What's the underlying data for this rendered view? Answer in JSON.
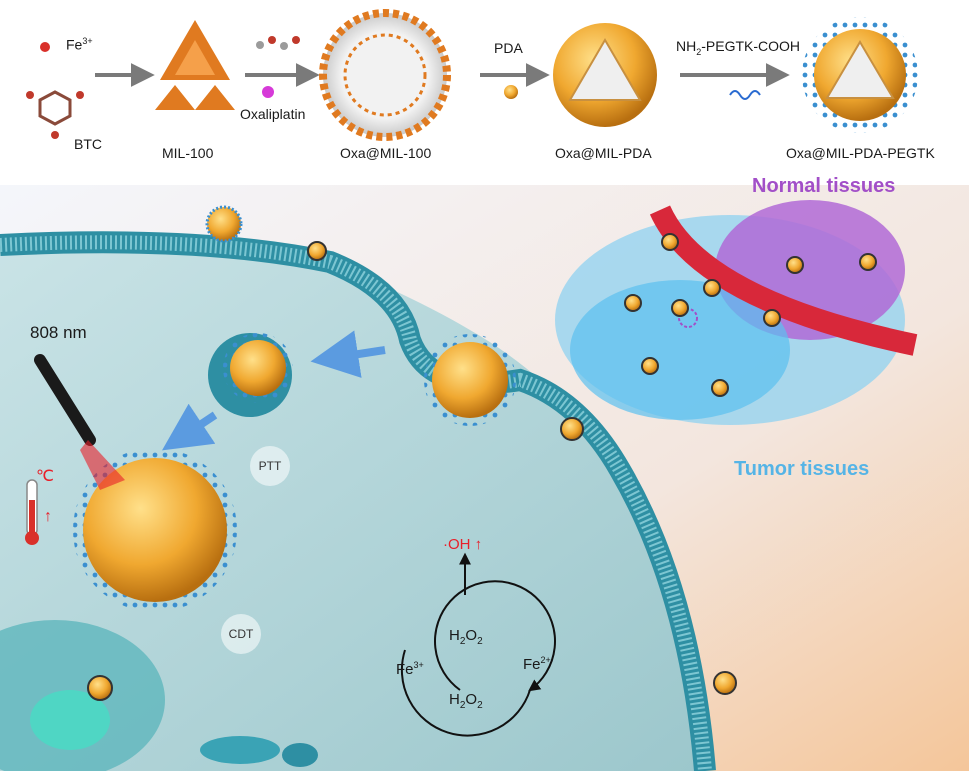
{
  "synthesis": {
    "fe_label": "Fe",
    "fe_charge": "3+",
    "btc_label": "BTC",
    "mil_label": "MIL-100",
    "oxaliplatin_label": "Oxaliplatin",
    "oxa_mil_label": "Oxa@MIL-100",
    "pda_label": "PDA",
    "oxa_mil_pda_label": "Oxa@MIL-PDA",
    "reagent_prefix": "NH",
    "reagent_sub": "2",
    "reagent_suffix": "-PEGTK-COOH",
    "final_label": "Oxa@MIL-PDA-PEGTK"
  },
  "tissues": {
    "normal_label": "Normal tissues",
    "tumor_label": "Tumor tissues"
  },
  "cell": {
    "laser_label": "808 nm",
    "temp_unit": "℃",
    "temp_arrow": "↑",
    "ptt_label": "PTT",
    "cdt_label": "CDT"
  },
  "fenton": {
    "oh_label": "·OH",
    "oh_arrow": "↑",
    "h_label": "H",
    "sub2": "2",
    "o_label": "O",
    "fe_label": "Fe",
    "fe3_charge": "3+",
    "fe2_charge": "2+"
  },
  "colors": {
    "nanoparticle_gold": "#f0a830",
    "peg_blue": "#3a8fd0",
    "normal_purple": "#a24fc8",
    "tumor_blue": "#55b4e6",
    "ros_red": "#e8202a",
    "membrane_teal": "#2e8fa3",
    "vessel_red": "#d8283a",
    "fe_red": "#d9302a"
  }
}
